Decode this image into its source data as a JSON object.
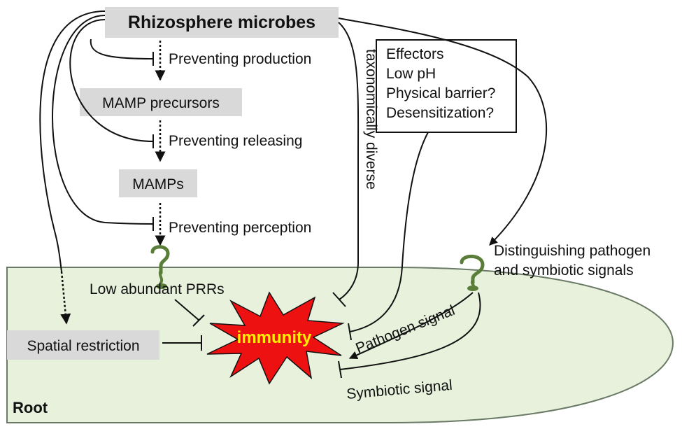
{
  "title": "Rhizosphere microbes",
  "boxes": {
    "mamp_precursors": "MAMP precursors",
    "mamps": "MAMPs",
    "spatial_restriction": "Spatial restriction"
  },
  "labels": {
    "preventing_production": "Preventing production",
    "preventing_releasing": "Preventing releasing",
    "preventing_perception": "Preventing perception",
    "taxonomically_diverse": "taxonomically diverse",
    "low_abundant_prrs": "Low abundant PRRs",
    "distinguishing_line1": "Distinguishing pathogen",
    "distinguishing_line2": "and symbiotic signals",
    "pathogen_signal": "Pathogen signal",
    "symbiotic_signal": "Symbiotic signal",
    "root": "Root",
    "immunity": "immunity"
  },
  "mechanisms": [
    "Effectors",
    "Low pH",
    "Physical barrier?",
    "Desensitization?"
  ],
  "colors": {
    "root_fill": "#e7f1dc",
    "root_stroke": "#6a7a66",
    "box_fill": "#d9d9d9",
    "burst_fill": "#ee1111",
    "burst_text": "#ffee00",
    "receptor": "#5a7d3a"
  }
}
